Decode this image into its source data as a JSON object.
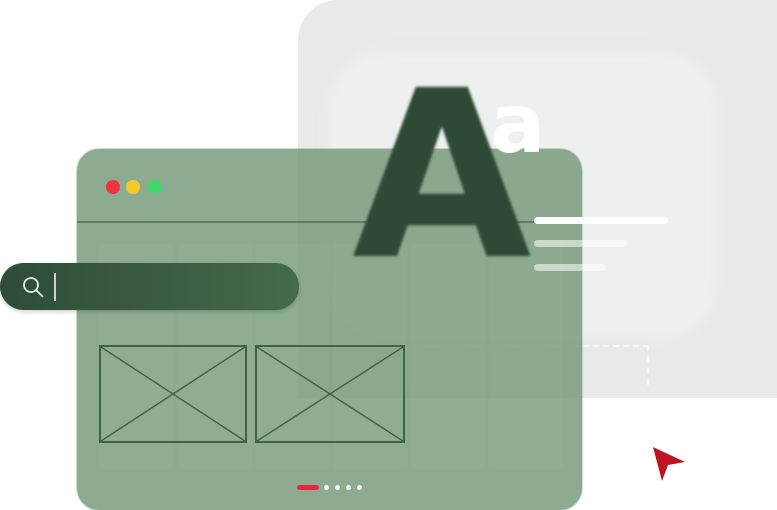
{
  "type_specimen": {
    "large_letter": "A",
    "small_letter": "a",
    "large_color": "#2d4b34",
    "small_color": "#ffffff"
  },
  "window_controls": [
    {
      "name": "close",
      "color": "#f2323c"
    },
    {
      "name": "minimize",
      "color": "#f2ca2a"
    },
    {
      "name": "maximize",
      "color": "#3fd86a"
    }
  ],
  "search": {
    "icon": "search-icon",
    "value": ""
  },
  "image_placeholders": [
    {
      "icon": "image-placeholder-icon"
    },
    {
      "icon": "image-placeholder-icon"
    }
  ],
  "pagination": {
    "total": 5,
    "active_index": 0,
    "active_color": "#e8283a"
  },
  "pointer": {
    "icon": "cursor-arrow-icon",
    "color": "#c0121f"
  },
  "colors": {
    "browser_tint": "#709676",
    "back_panel": "#e9eaea",
    "search_bar": "#3c5e44"
  }
}
